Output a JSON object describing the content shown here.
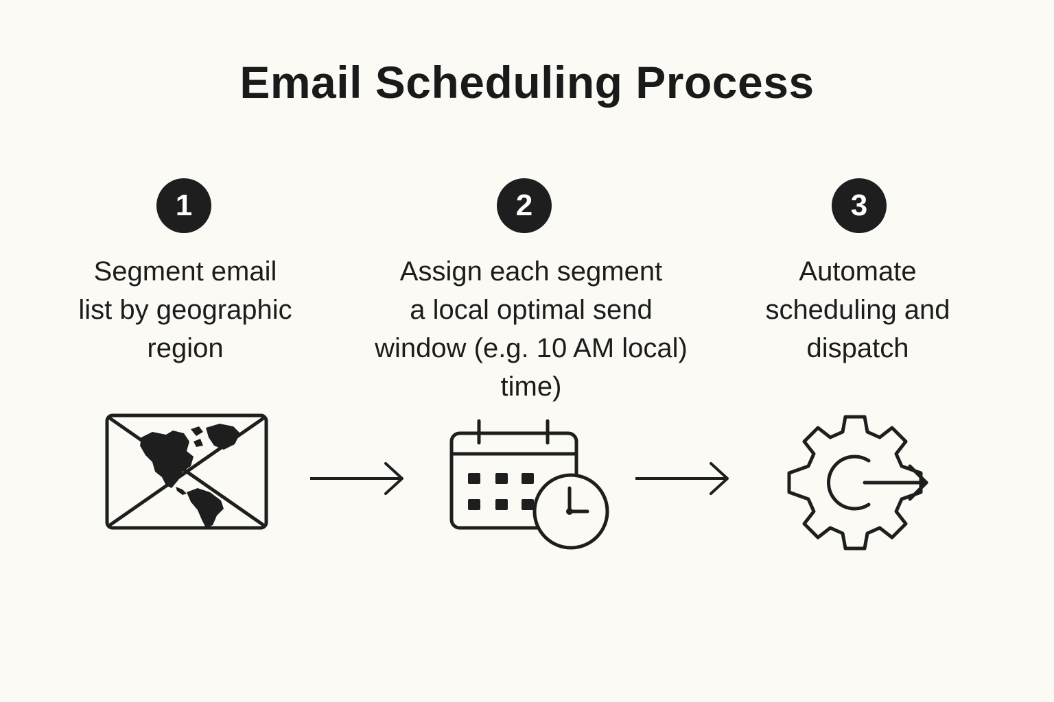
{
  "title": "Email Scheduling Process",
  "steps": [
    {
      "number": "1",
      "lines": [
        "Segment email",
        "list by geographic",
        "region"
      ],
      "icon": "envelope-globe-icon"
    },
    {
      "number": "2",
      "lines": [
        "Assign each segment",
        "a local optimal send",
        "window (e.g. 10 AM local)",
        "time)"
      ],
      "icon": "calendar-clock-icon"
    },
    {
      "number": "3",
      "lines": [
        "Automate",
        "scheduling and",
        "dispatch"
      ],
      "icon": "gear-dispatch-icon"
    }
  ],
  "connectors": [
    "arrow-right-icon",
    "arrow-right-icon"
  ],
  "colors": {
    "background": "#fbfaf5",
    "ink": "#1e1e1e"
  }
}
